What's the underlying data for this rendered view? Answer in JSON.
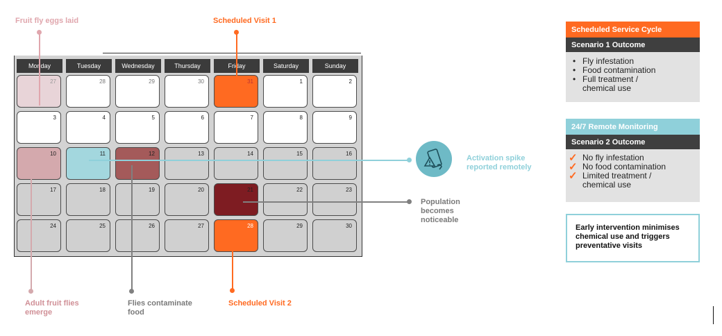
{
  "days": [
    "Monday",
    "Tuesday",
    "Wednesday",
    "Thursday",
    "Friday",
    "Saturday",
    "Sunday"
  ],
  "weeks": [
    [
      "27",
      "28",
      "29",
      "30",
      "31",
      "1",
      "2"
    ],
    [
      "3",
      "4",
      "5",
      "6",
      "7",
      "8",
      "9"
    ],
    [
      "10",
      "11",
      "12",
      "13",
      "14",
      "15",
      "16"
    ],
    [
      "17",
      "18",
      "19",
      "20",
      "21",
      "22",
      "23"
    ],
    [
      "24",
      "25",
      "26",
      "27",
      "28",
      "29",
      "30"
    ]
  ],
  "labels": {
    "eggs_laid": "Fruit fly eggs laid",
    "visit1": "Scheduled Visit 1",
    "activation": "Activation spike reported remotely",
    "population": "Population becomes noticeable",
    "adult_flies": "Adult fruit flies emerge",
    "contaminate": "Flies contaminate food",
    "visit2": "Scheduled Visit 2"
  },
  "panel1": {
    "header": "Scheduled Service Cycle",
    "subheader": "Scenario 1 Outcome",
    "items": [
      "Fly infestation",
      "Food contamination",
      "Full treatment / chemical use"
    ]
  },
  "panel2": {
    "header": "24/7 Remote Monitoring",
    "subheader": "Scenario 2 Outcome",
    "items": [
      "No fly infestation",
      "No food contamination",
      "Limited treatment / chemical use"
    ]
  },
  "note": "Early intervention minimises chemical use and triggers preventative visits",
  "colors": {
    "orange": "#ff6a21",
    "teal": "#8fd0da",
    "pink": "#d4a9ad",
    "dark_red": "#7e1c22",
    "gray_line": "#808080"
  }
}
